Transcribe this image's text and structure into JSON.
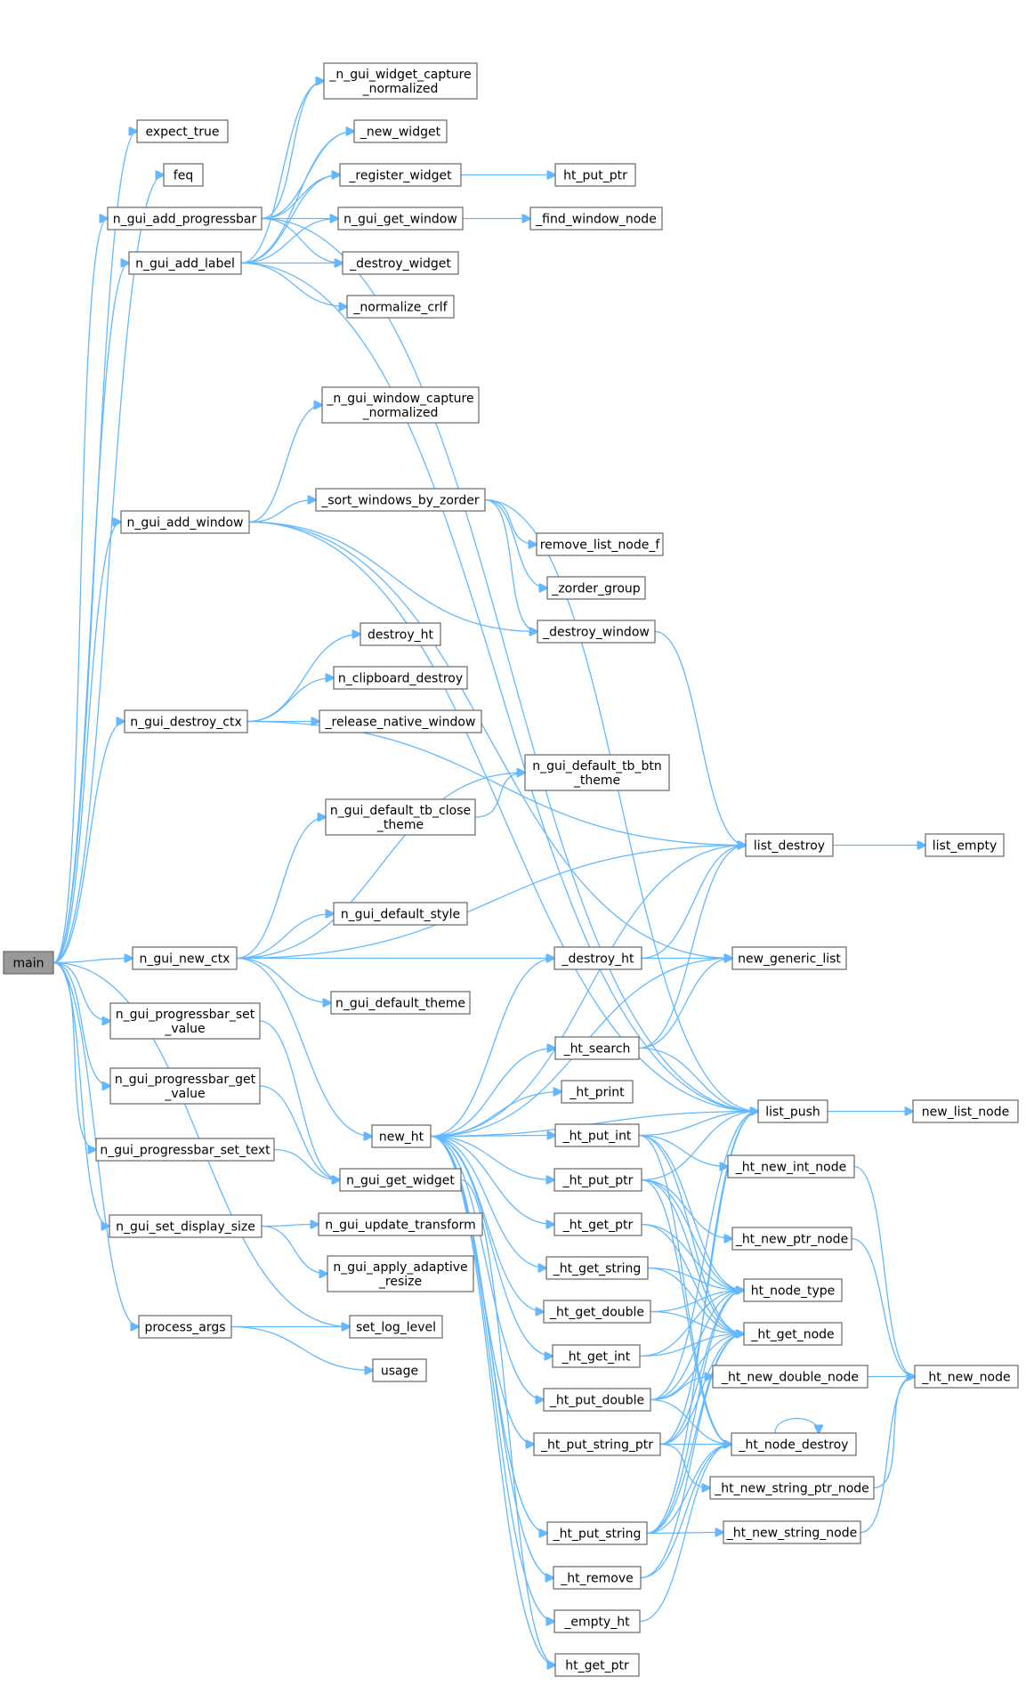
{
  "graph": {
    "root": "main",
    "colors": {
      "edge": "#63b8ff",
      "node_border": "#666666",
      "root_fill": "#999999",
      "node_fill": "#ffffff"
    },
    "nodes": [
      {
        "id": "main",
        "label": "main"
      },
      {
        "id": "expect_true",
        "label": "expect_true"
      },
      {
        "id": "feq",
        "label": "feq"
      },
      {
        "id": "n_gui_add_progressbar",
        "label": "n_gui_add_progressbar"
      },
      {
        "id": "n_gui_add_label",
        "label": "n_gui_add_label"
      },
      {
        "id": "n_gui_add_window",
        "label": "n_gui_add_window"
      },
      {
        "id": "n_gui_destroy_ctx",
        "label": "n_gui_destroy_ctx"
      },
      {
        "id": "n_gui_new_ctx",
        "label": "n_gui_new_ctx"
      },
      {
        "id": "n_gui_progressbar_set_value",
        "label": "n_gui_progressbar_set\n_value"
      },
      {
        "id": "n_gui_progressbar_get_value",
        "label": "n_gui_progressbar_get\n_value"
      },
      {
        "id": "n_gui_progressbar_set_text",
        "label": "n_gui_progressbar_set_text"
      },
      {
        "id": "n_gui_set_display_size",
        "label": "n_gui_set_display_size"
      },
      {
        "id": "process_args",
        "label": "process_args"
      },
      {
        "id": "_n_gui_widget_capture_normalized",
        "label": "_n_gui_widget_capture\n_normalized"
      },
      {
        "id": "_new_widget",
        "label": "_new_widget"
      },
      {
        "id": "_register_widget",
        "label": "_register_widget"
      },
      {
        "id": "n_gui_get_window",
        "label": "n_gui_get_window"
      },
      {
        "id": "_destroy_widget",
        "label": "_destroy_widget"
      },
      {
        "id": "_normalize_crlf",
        "label": "_normalize_crlf"
      },
      {
        "id": "_n_gui_window_capture_normalized",
        "label": "_n_gui_window_capture\n_normalized"
      },
      {
        "id": "_sort_windows_by_zorder",
        "label": "_sort_windows_by_zorder"
      },
      {
        "id": "destroy_ht",
        "label": "destroy_ht"
      },
      {
        "id": "n_clipboard_destroy",
        "label": "n_clipboard_destroy"
      },
      {
        "id": "_release_native_window",
        "label": "_release_native_window"
      },
      {
        "id": "n_gui_default_tb_close_theme",
        "label": "n_gui_default_tb_close\n_theme"
      },
      {
        "id": "n_gui_default_style",
        "label": "n_gui_default_style"
      },
      {
        "id": "n_gui_default_theme",
        "label": "n_gui_default_theme"
      },
      {
        "id": "new_ht",
        "label": "new_ht"
      },
      {
        "id": "n_gui_get_widget",
        "label": "n_gui_get_widget"
      },
      {
        "id": "n_gui_update_transform",
        "label": "n_gui_update_transform"
      },
      {
        "id": "n_gui_apply_adaptive_resize",
        "label": "n_gui_apply_adaptive\n_resize"
      },
      {
        "id": "set_log_level",
        "label": "set_log_level"
      },
      {
        "id": "usage",
        "label": "usage"
      },
      {
        "id": "ht_put_ptr",
        "label": "ht_put_ptr"
      },
      {
        "id": "_find_window_node",
        "label": "_find_window_node"
      },
      {
        "id": "remove_list_node_f",
        "label": "remove_list_node_f"
      },
      {
        "id": "_zorder_group",
        "label": "_zorder_group"
      },
      {
        "id": "_destroy_window",
        "label": "_destroy_window"
      },
      {
        "id": "n_gui_default_tb_btn_theme",
        "label": "n_gui_default_tb_btn\n_theme"
      },
      {
        "id": "_destroy_ht",
        "label": "_destroy_ht"
      },
      {
        "id": "_ht_search",
        "label": "_ht_search"
      },
      {
        "id": "_ht_print",
        "label": "_ht_print"
      },
      {
        "id": "_ht_put_int",
        "label": "_ht_put_int"
      },
      {
        "id": "_ht_put_ptr",
        "label": "_ht_put_ptr"
      },
      {
        "id": "_ht_get_ptr",
        "label": "_ht_get_ptr"
      },
      {
        "id": "_ht_get_string",
        "label": "_ht_get_string"
      },
      {
        "id": "_ht_get_double",
        "label": "_ht_get_double"
      },
      {
        "id": "_ht_get_int",
        "label": "_ht_get_int"
      },
      {
        "id": "_ht_put_double",
        "label": "_ht_put_double"
      },
      {
        "id": "_ht_put_string_ptr",
        "label": "_ht_put_string_ptr"
      },
      {
        "id": "_ht_put_string",
        "label": "_ht_put_string"
      },
      {
        "id": "_ht_remove",
        "label": "_ht_remove"
      },
      {
        "id": "_empty_ht",
        "label": "_empty_ht"
      },
      {
        "id": "ht_get_ptr",
        "label": "ht_get_ptr"
      },
      {
        "id": "list_destroy",
        "label": "list_destroy"
      },
      {
        "id": "new_generic_list",
        "label": "new_generic_list"
      },
      {
        "id": "list_push",
        "label": "list_push"
      },
      {
        "id": "_ht_new_int_node",
        "label": "_ht_new_int_node"
      },
      {
        "id": "_ht_new_ptr_node",
        "label": "_ht_new_ptr_node"
      },
      {
        "id": "ht_node_type",
        "label": "ht_node_type"
      },
      {
        "id": "_ht_get_node",
        "label": "_ht_get_node"
      },
      {
        "id": "_ht_new_double_node",
        "label": "_ht_new_double_node"
      },
      {
        "id": "_ht_node_destroy",
        "label": "_ht_node_destroy"
      },
      {
        "id": "_ht_new_string_ptr_node",
        "label": "_ht_new_string_ptr_node"
      },
      {
        "id": "_ht_new_string_node",
        "label": "_ht_new_string_node"
      },
      {
        "id": "list_empty",
        "label": "list_empty"
      },
      {
        "id": "new_list_node",
        "label": "new_list_node"
      },
      {
        "id": "_ht_new_node",
        "label": "_ht_new_node"
      }
    ],
    "edges": [
      [
        "main",
        "expect_true"
      ],
      [
        "main",
        "feq"
      ],
      [
        "main",
        "n_gui_add_progressbar"
      ],
      [
        "main",
        "n_gui_add_label"
      ],
      [
        "main",
        "n_gui_add_window"
      ],
      [
        "main",
        "n_gui_destroy_ctx"
      ],
      [
        "main",
        "n_gui_new_ctx"
      ],
      [
        "main",
        "n_gui_progressbar_set_value"
      ],
      [
        "main",
        "n_gui_progressbar_get_value"
      ],
      [
        "main",
        "n_gui_progressbar_set_text"
      ],
      [
        "main",
        "n_gui_set_display_size"
      ],
      [
        "main",
        "process_args"
      ],
      [
        "main",
        "set_log_level"
      ],
      [
        "n_gui_add_progressbar",
        "_n_gui_widget_capture_normalized"
      ],
      [
        "n_gui_add_progressbar",
        "_new_widget"
      ],
      [
        "n_gui_add_progressbar",
        "_register_widget"
      ],
      [
        "n_gui_add_progressbar",
        "n_gui_get_window"
      ],
      [
        "n_gui_add_progressbar",
        "_destroy_widget"
      ],
      [
        "n_gui_add_progressbar",
        "list_push"
      ],
      [
        "n_gui_add_label",
        "_n_gui_widget_capture_normalized"
      ],
      [
        "n_gui_add_label",
        "_new_widget"
      ],
      [
        "n_gui_add_label",
        "_register_widget"
      ],
      [
        "n_gui_add_label",
        "n_gui_get_window"
      ],
      [
        "n_gui_add_label",
        "_destroy_widget"
      ],
      [
        "n_gui_add_label",
        "_normalize_crlf"
      ],
      [
        "n_gui_add_label",
        "list_push"
      ],
      [
        "_register_widget",
        "ht_put_ptr"
      ],
      [
        "n_gui_get_window",
        "_find_window_node"
      ],
      [
        "n_gui_add_window",
        "_n_gui_window_capture_normalized"
      ],
      [
        "n_gui_add_window",
        "_sort_windows_by_zorder"
      ],
      [
        "n_gui_add_window",
        "_destroy_window"
      ],
      [
        "n_gui_add_window",
        "list_push"
      ],
      [
        "n_gui_add_window",
        "new_generic_list"
      ],
      [
        "_sort_windows_by_zorder",
        "remove_list_node_f"
      ],
      [
        "_sort_windows_by_zorder",
        "_zorder_group"
      ],
      [
        "_sort_windows_by_zorder",
        "_destroy_window"
      ],
      [
        "_sort_windows_by_zorder",
        "list_push"
      ],
      [
        "_destroy_window",
        "list_destroy"
      ],
      [
        "n_gui_destroy_ctx",
        "destroy_ht"
      ],
      [
        "n_gui_destroy_ctx",
        "n_clipboard_destroy"
      ],
      [
        "n_gui_destroy_ctx",
        "_release_native_window"
      ],
      [
        "n_gui_destroy_ctx",
        "list_destroy"
      ],
      [
        "n_gui_new_ctx",
        "n_gui_default_tb_close_theme"
      ],
      [
        "n_gui_new_ctx",
        "n_gui_default_tb_btn_theme"
      ],
      [
        "n_gui_new_ctx",
        "n_gui_default_style"
      ],
      [
        "n_gui_new_ctx",
        "n_gui_default_theme"
      ],
      [
        "n_gui_new_ctx",
        "list_destroy"
      ],
      [
        "n_gui_new_ctx",
        "new_generic_list"
      ],
      [
        "n_gui_new_ctx",
        "new_ht"
      ],
      [
        "n_gui_default_tb_close_theme",
        "n_gui_default_tb_btn_theme"
      ],
      [
        "n_gui_progressbar_set_value",
        "n_gui_get_widget"
      ],
      [
        "n_gui_progressbar_get_value",
        "n_gui_get_widget"
      ],
      [
        "n_gui_progressbar_set_text",
        "n_gui_get_widget"
      ],
      [
        "n_gui_get_widget",
        "ht_get_ptr"
      ],
      [
        "n_gui_set_display_size",
        "n_gui_update_transform"
      ],
      [
        "n_gui_set_display_size",
        "n_gui_apply_adaptive_resize"
      ],
      [
        "process_args",
        "set_log_level"
      ],
      [
        "process_args",
        "usage"
      ],
      [
        "new_ht",
        "_destroy_ht"
      ],
      [
        "new_ht",
        "_ht_search"
      ],
      [
        "new_ht",
        "_ht_print"
      ],
      [
        "new_ht",
        "_ht_put_int"
      ],
      [
        "new_ht",
        "_ht_put_ptr"
      ],
      [
        "new_ht",
        "_ht_get_ptr"
      ],
      [
        "new_ht",
        "_ht_get_string"
      ],
      [
        "new_ht",
        "_ht_get_double"
      ],
      [
        "new_ht",
        "_ht_get_int"
      ],
      [
        "new_ht",
        "_ht_put_double"
      ],
      [
        "new_ht",
        "_ht_put_string_ptr"
      ],
      [
        "new_ht",
        "_ht_put_string"
      ],
      [
        "new_ht",
        "_ht_remove"
      ],
      [
        "new_ht",
        "_empty_ht"
      ],
      [
        "new_ht",
        "ht_get_ptr"
      ],
      [
        "new_ht",
        "list_destroy"
      ],
      [
        "new_ht",
        "new_generic_list"
      ],
      [
        "new_ht",
        "list_push"
      ],
      [
        "_destroy_ht",
        "list_destroy"
      ],
      [
        "_ht_search",
        "list_destroy"
      ],
      [
        "_ht_search",
        "new_generic_list"
      ],
      [
        "_ht_search",
        "list_push"
      ],
      [
        "_ht_put_int",
        "list_push"
      ],
      [
        "_ht_put_int",
        "_ht_new_int_node"
      ],
      [
        "_ht_put_int",
        "ht_node_type"
      ],
      [
        "_ht_put_int",
        "_ht_get_node"
      ],
      [
        "_ht_put_int",
        "_ht_node_destroy"
      ],
      [
        "_ht_put_ptr",
        "list_push"
      ],
      [
        "_ht_put_ptr",
        "_ht_new_ptr_node"
      ],
      [
        "_ht_put_ptr",
        "ht_node_type"
      ],
      [
        "_ht_put_ptr",
        "_ht_get_node"
      ],
      [
        "_ht_put_ptr",
        "_ht_node_destroy"
      ],
      [
        "_ht_get_ptr",
        "ht_node_type"
      ],
      [
        "_ht_get_ptr",
        "_ht_get_node"
      ],
      [
        "_ht_get_string",
        "ht_node_type"
      ],
      [
        "_ht_get_string",
        "_ht_get_node"
      ],
      [
        "_ht_get_double",
        "ht_node_type"
      ],
      [
        "_ht_get_double",
        "_ht_get_node"
      ],
      [
        "_ht_get_int",
        "ht_node_type"
      ],
      [
        "_ht_get_int",
        "_ht_get_node"
      ],
      [
        "_ht_put_double",
        "list_push"
      ],
      [
        "_ht_put_double",
        "_ht_new_double_node"
      ],
      [
        "_ht_put_double",
        "ht_node_type"
      ],
      [
        "_ht_put_double",
        "_ht_get_node"
      ],
      [
        "_ht_put_double",
        "_ht_node_destroy"
      ],
      [
        "_ht_put_string_ptr",
        "list_push"
      ],
      [
        "_ht_put_string_ptr",
        "_ht_new_string_ptr_node"
      ],
      [
        "_ht_put_string_ptr",
        "ht_node_type"
      ],
      [
        "_ht_put_string_ptr",
        "_ht_get_node"
      ],
      [
        "_ht_put_string_ptr",
        "_ht_node_destroy"
      ],
      [
        "_ht_put_string",
        "list_push"
      ],
      [
        "_ht_put_string",
        "_ht_new_string_node"
      ],
      [
        "_ht_put_string",
        "ht_node_type"
      ],
      [
        "_ht_put_string",
        "_ht_get_node"
      ],
      [
        "_ht_put_string",
        "_ht_node_destroy"
      ],
      [
        "_ht_remove",
        "_ht_get_node"
      ],
      [
        "_ht_remove",
        "_ht_node_destroy"
      ],
      [
        "_empty_ht",
        "_ht_node_destroy"
      ],
      [
        "_ht_node_destroy",
        "_ht_node_destroy"
      ],
      [
        "list_destroy",
        "list_empty"
      ],
      [
        "list_push",
        "new_list_node"
      ],
      [
        "_ht_new_int_node",
        "_ht_new_node"
      ],
      [
        "_ht_new_ptr_node",
        "_ht_new_node"
      ],
      [
        "_ht_new_double_node",
        "_ht_new_node"
      ],
      [
        "_ht_new_string_ptr_node",
        "_ht_new_node"
      ],
      [
        "_ht_new_string_node",
        "_ht_new_node"
      ]
    ]
  }
}
